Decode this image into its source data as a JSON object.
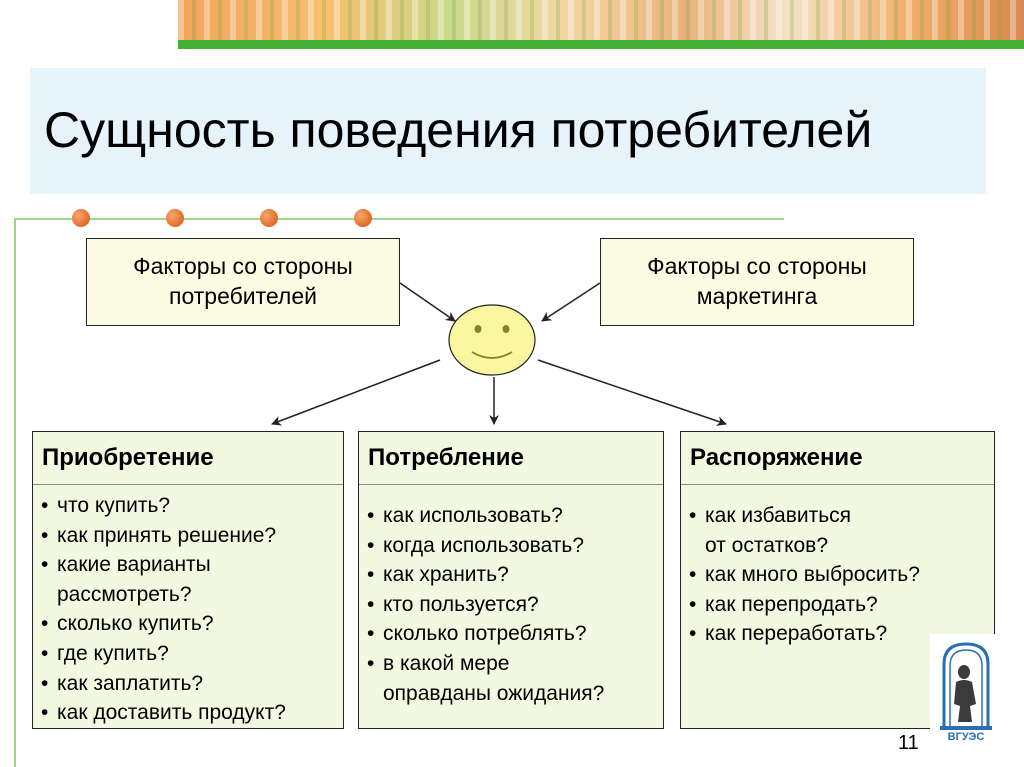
{
  "title": "Сущность поведения потребителей",
  "factors": {
    "consumer": [
      "Факторы со стороны",
      "потребителей"
    ],
    "marketing": [
      "Факторы со стороны",
      "маркетинга"
    ]
  },
  "boxes": [
    {
      "heading": "Приобретение",
      "items": [
        [
          "что купить?"
        ],
        [
          "как принять решение?"
        ],
        [
          "какие варианты",
          "рассмотреть?"
        ],
        [
          "сколько купить?"
        ],
        [
          "где купить?"
        ],
        [
          "как заплатить?"
        ],
        [
          "как доставить продукт?"
        ]
      ]
    },
    {
      "heading": "Потребление",
      "items": [
        [
          "как использовать?"
        ],
        [
          "когда использовать?"
        ],
        [
          "как хранить?"
        ],
        [
          "кто пользуется?"
        ],
        [
          "сколько потреблять?"
        ],
        [
          "в какой мере",
          "оправданы ожидания?"
        ]
      ]
    },
    {
      "heading": "Распоряжение",
      "items": [
        [
          "как избавиться",
          "от остатков?"
        ],
        [
          "как много выбросить?"
        ],
        [
          "как перепродать?"
        ],
        [
          "как переработать?"
        ]
      ]
    }
  ],
  "logo_text": "ВГУЭС",
  "page_number": "11",
  "colors": {
    "title_bg": "#e6f3fb",
    "factor_bg": "#fcfce3",
    "box_bg": "#f3f9e1",
    "smiley": "#fbf6a0",
    "accent_green": "#43b035",
    "dot_orange": "#e26a26"
  }
}
